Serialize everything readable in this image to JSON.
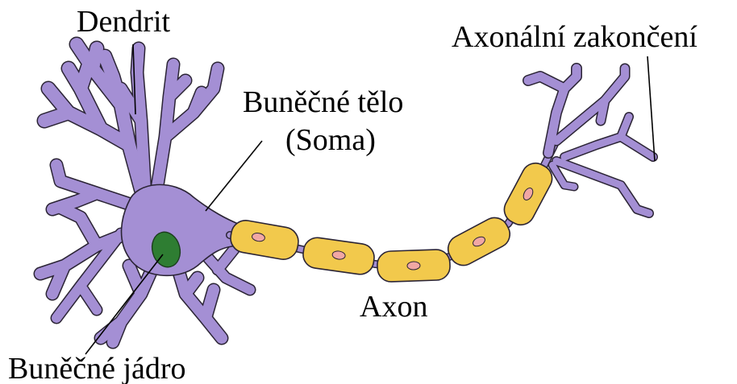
{
  "labels": {
    "dendrite": "Dendrit",
    "axon_terminal": "Axonální zakončení",
    "soma_line1": "Buněčné tělo",
    "soma_line2": "(Soma)",
    "axon": "Axon",
    "nucleus": "Buněčné jádro"
  },
  "colors": {
    "neuron_fill": "#a48fd4",
    "neuron_outline": "#2b2435",
    "myelin_fill": "#f2c94c",
    "myelin_nucleus": "#f1a7a4",
    "cell_nucleus": "#2e7d32",
    "label_text": "#000000"
  }
}
